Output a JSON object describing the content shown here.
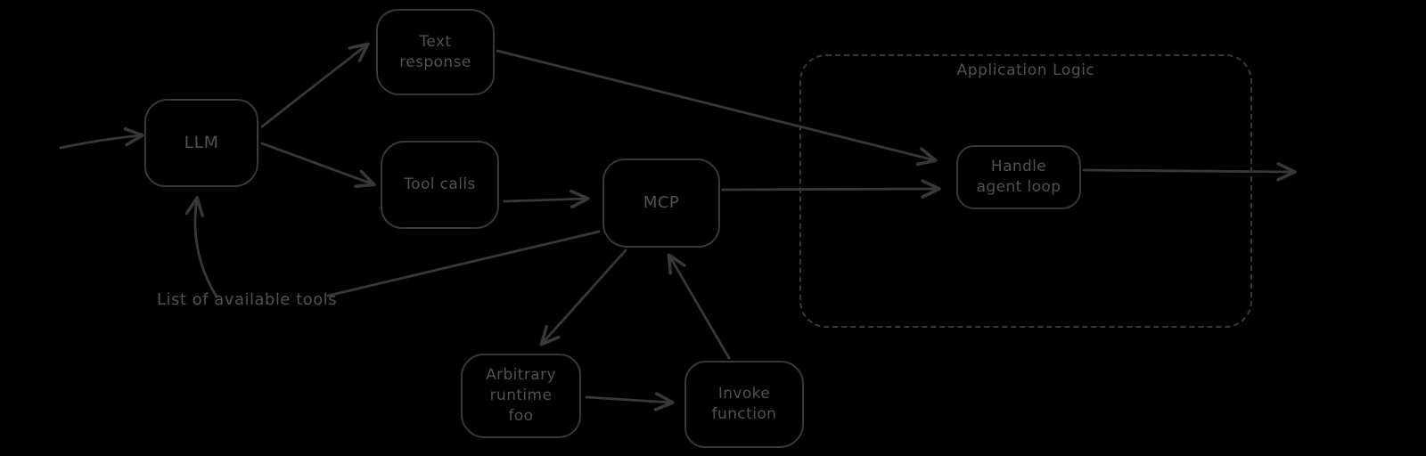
{
  "canvas": {
    "background_color": "#000000",
    "stroke_color": "#383838",
    "text_color": "#515151",
    "style": "hand-drawn-excalidraw"
  },
  "nodes": [
    {
      "id": "llm",
      "label": "LLM"
    },
    {
      "id": "text_response",
      "label": "Text response"
    },
    {
      "id": "tool_calls",
      "label": "Tool calls"
    },
    {
      "id": "mcp",
      "label": "MCP"
    },
    {
      "id": "handle_agent_loop",
      "label": "Handle agent loop"
    },
    {
      "id": "arbitrary_runtime_foo",
      "label": "Arbitrary runtime foo"
    },
    {
      "id": "invoke_function",
      "label": "Invoke function"
    }
  ],
  "container": {
    "id": "application_logic",
    "label": "Application Logic",
    "border_style": "dashed"
  },
  "annotations": [
    {
      "id": "list_of_available_tools",
      "label": "List of available tools"
    }
  ],
  "arrows": [
    {
      "from": "external-input",
      "to": "llm",
      "arrowhead": true
    },
    {
      "from": "llm",
      "to": "text_response",
      "arrowhead": true
    },
    {
      "from": "llm",
      "to": "tool_calls",
      "arrowhead": true
    },
    {
      "from": "text_response",
      "to": "handle_agent_loop",
      "arrowhead": true
    },
    {
      "from": "tool_calls",
      "to": "mcp",
      "arrowhead": true
    },
    {
      "from": "mcp",
      "to": "handle_agent_loop",
      "arrowhead": true
    },
    {
      "from": "mcp",
      "to": "list_of_available_tools",
      "arrowhead": false
    },
    {
      "from": "list_of_available_tools",
      "to": "llm",
      "arrowhead": true,
      "curved": true
    },
    {
      "from": "mcp",
      "to": "arbitrary_runtime_foo",
      "arrowhead": true
    },
    {
      "from": "invoke_function",
      "to": "mcp",
      "arrowhead": true
    },
    {
      "from": "arbitrary_runtime_foo",
      "to": "invoke_function",
      "arrowhead": true
    },
    {
      "from": "handle_agent_loop",
      "to": "external-output",
      "arrowhead": true
    }
  ]
}
